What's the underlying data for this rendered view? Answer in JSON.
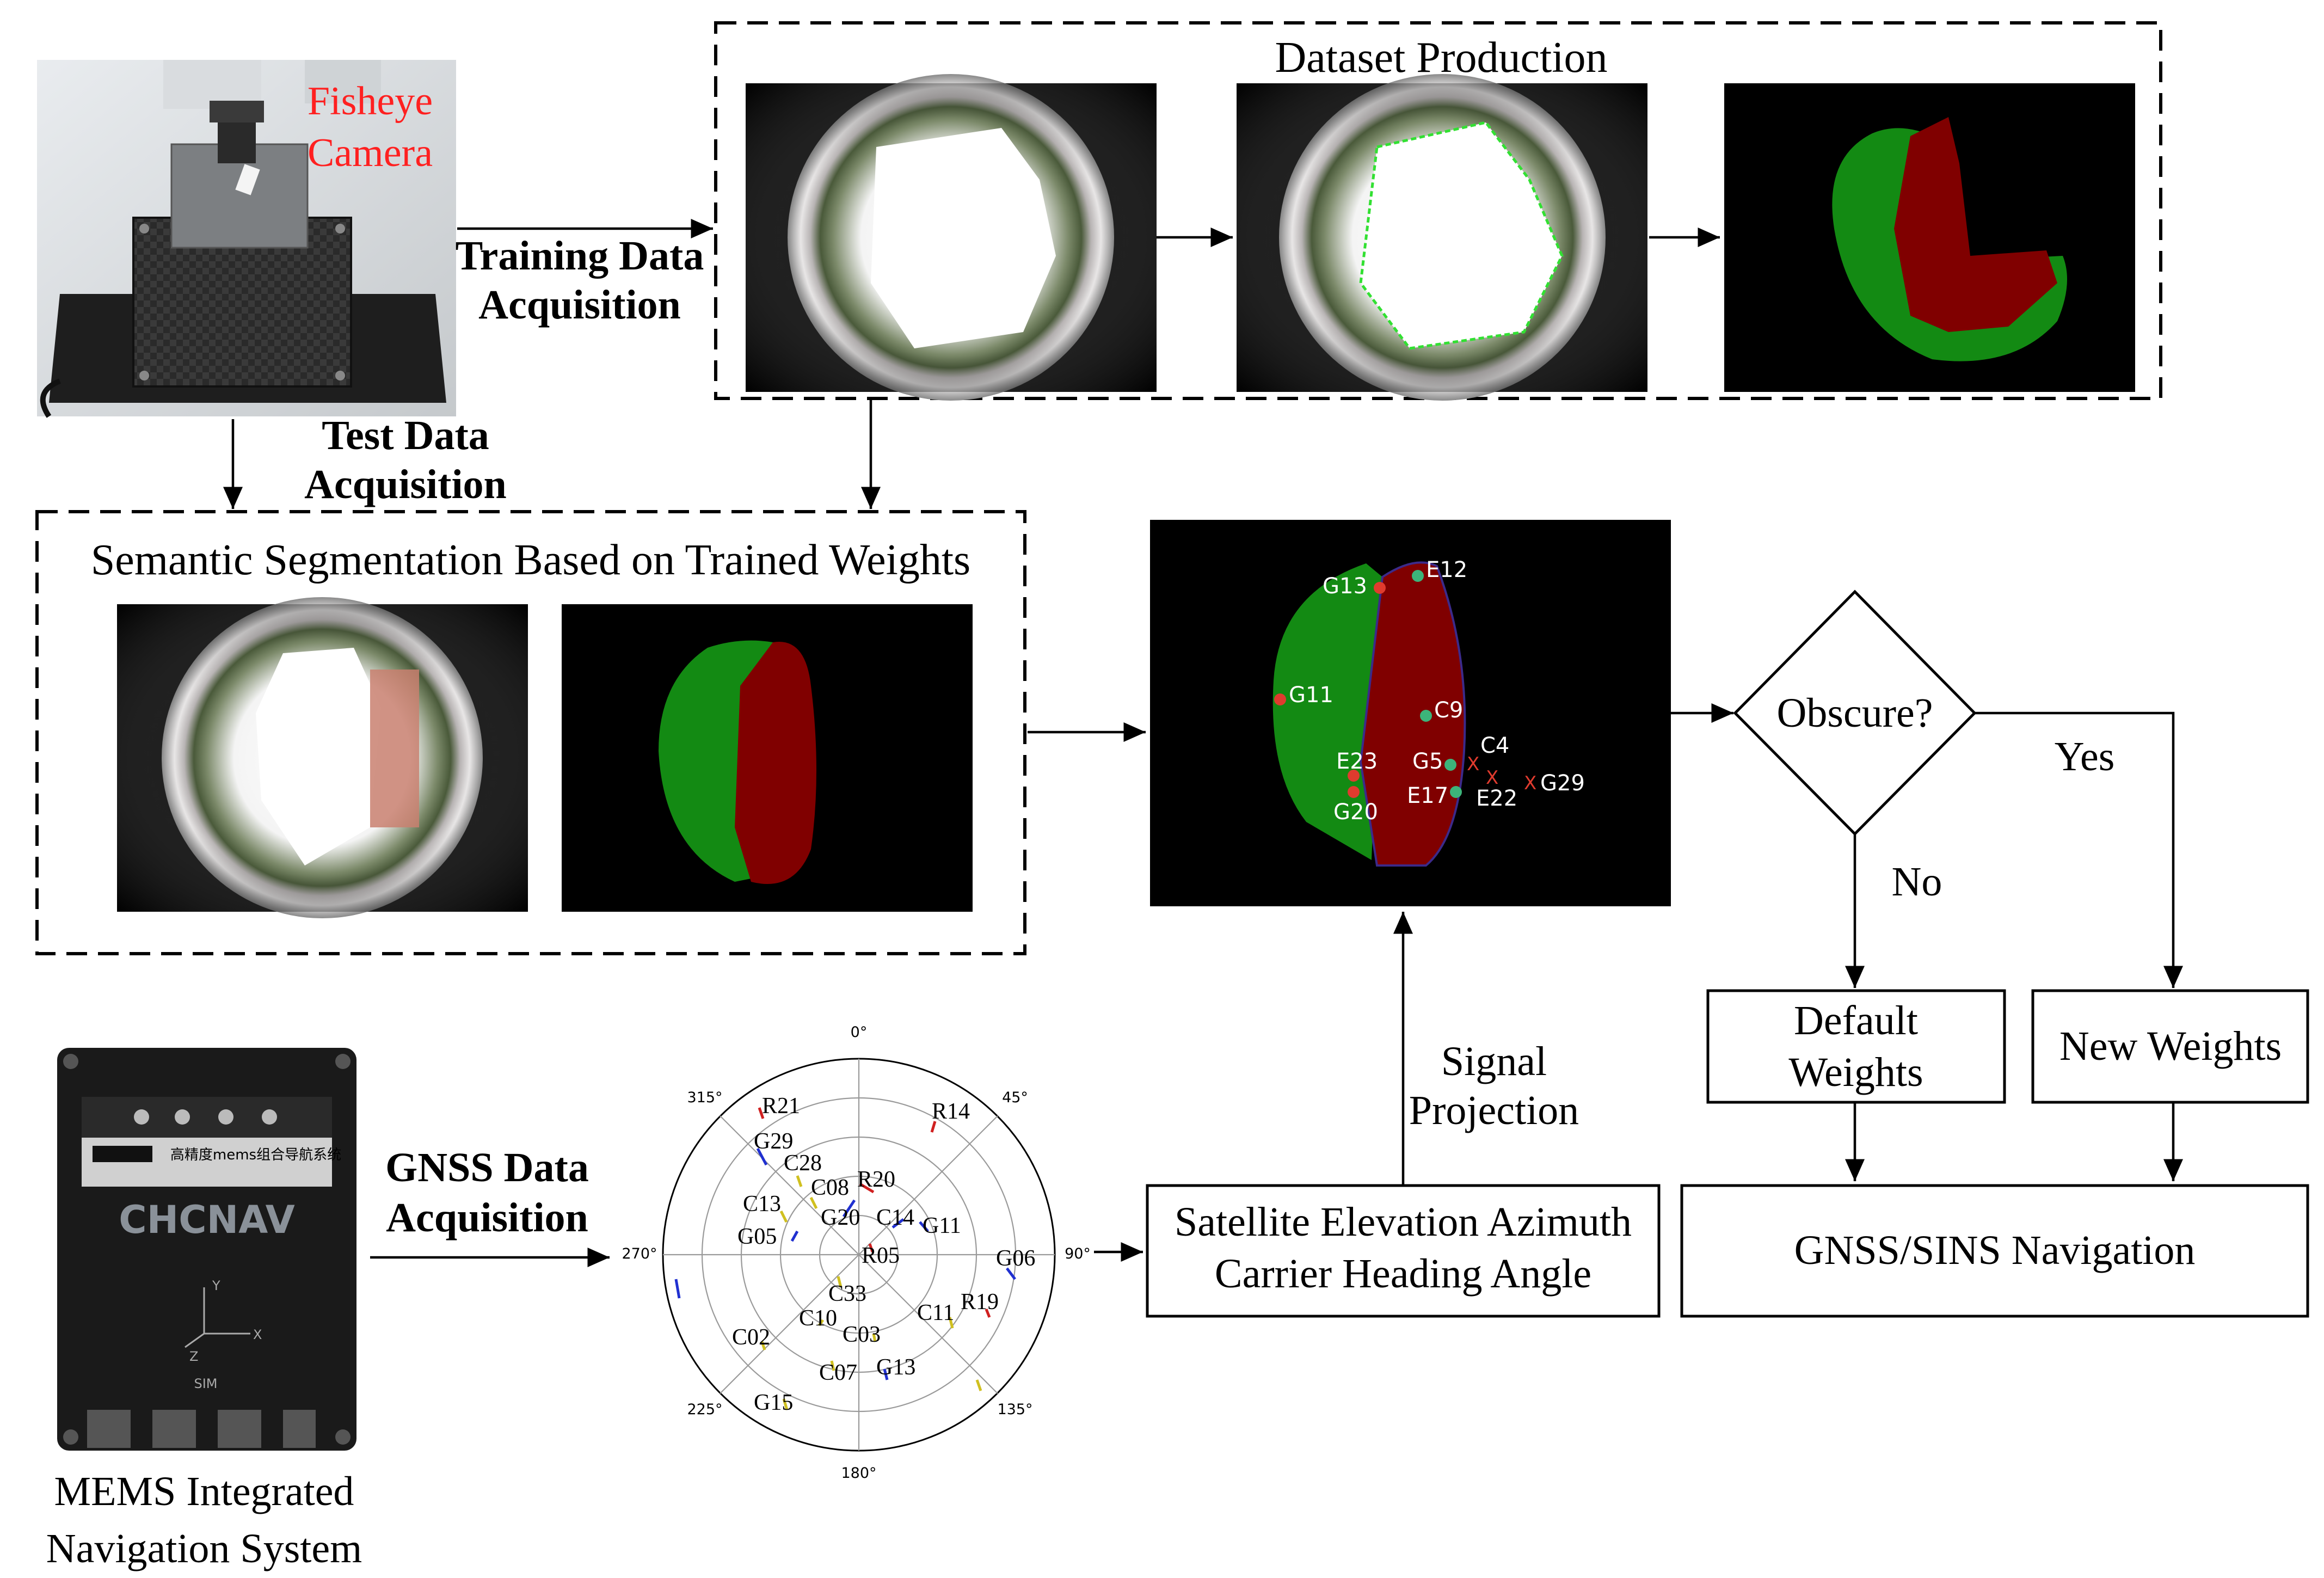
{
  "colors": {
    "sky_green": "#138a13",
    "building_red": "#800000",
    "black": "#000000",
    "marker_red": "#e03b2e",
    "marker_green": "#3cb47a",
    "camera_label": "#ff2020"
  },
  "camera": {
    "label_line1": "Fisheye",
    "label_line2": "Camera"
  },
  "arrows": {
    "training_line1": "Training Data",
    "training_line2": "Acquisition",
    "test_line1": "Test Data",
    "test_line2": "Acquisition",
    "gnss_line1": "GNSS Data",
    "gnss_line2": "Acquisition",
    "signal_line1": "Signal",
    "signal_line2": "Projection",
    "yes": "Yes",
    "no": "No"
  },
  "dataset": {
    "title": "Dataset Production"
  },
  "segmentation": {
    "title": "Semantic Segmentation Based on Trained Weights"
  },
  "projection": {
    "points": [
      {
        "id": "G13",
        "status": "red"
      },
      {
        "id": "E12",
        "status": "green"
      },
      {
        "id": "G11",
        "status": "red"
      },
      {
        "id": "C9",
        "status": "green"
      },
      {
        "id": "C4",
        "status": "x"
      },
      {
        "id": "G5",
        "status": "green"
      },
      {
        "id": "E23",
        "status": "red"
      },
      {
        "id": "E22",
        "status": "x"
      },
      {
        "id": "G29",
        "status": "x"
      },
      {
        "id": "E17",
        "status": "green"
      },
      {
        "id": "G20",
        "status": "red"
      }
    ]
  },
  "decision": {
    "question": "Obscure?"
  },
  "boxes": {
    "default_line1": "Default",
    "default_line2": "Weights",
    "new_weights": "New Weights",
    "navigation": "GNSS/SINS Navigation",
    "sat_line1": "Satellite Elevation Azimuth",
    "sat_line2": "Carrier Heading Angle"
  },
  "device": {
    "name_line1": "MEMS Integrated",
    "name_line2": "Navigation System",
    "brand": "CHCNAV",
    "product_text": "高精度mems组合导航系统",
    "axis_y": "Y",
    "axis_x": "X",
    "axis_z": "Z",
    "sim": "SIM"
  },
  "skyplot": {
    "ticks": [
      "0°",
      "45°",
      "90°",
      "135°",
      "180°",
      "225°",
      "270°",
      "315°"
    ],
    "satellites": [
      "R21",
      "R14",
      "G29",
      "C28",
      "C08",
      "R20",
      "C13",
      "G20",
      "C14",
      "G11",
      "G05",
      "R05",
      "G06",
      "C33",
      "R19",
      "C11",
      "C10",
      "C02",
      "C03",
      "C07",
      "G13",
      "G15"
    ]
  }
}
